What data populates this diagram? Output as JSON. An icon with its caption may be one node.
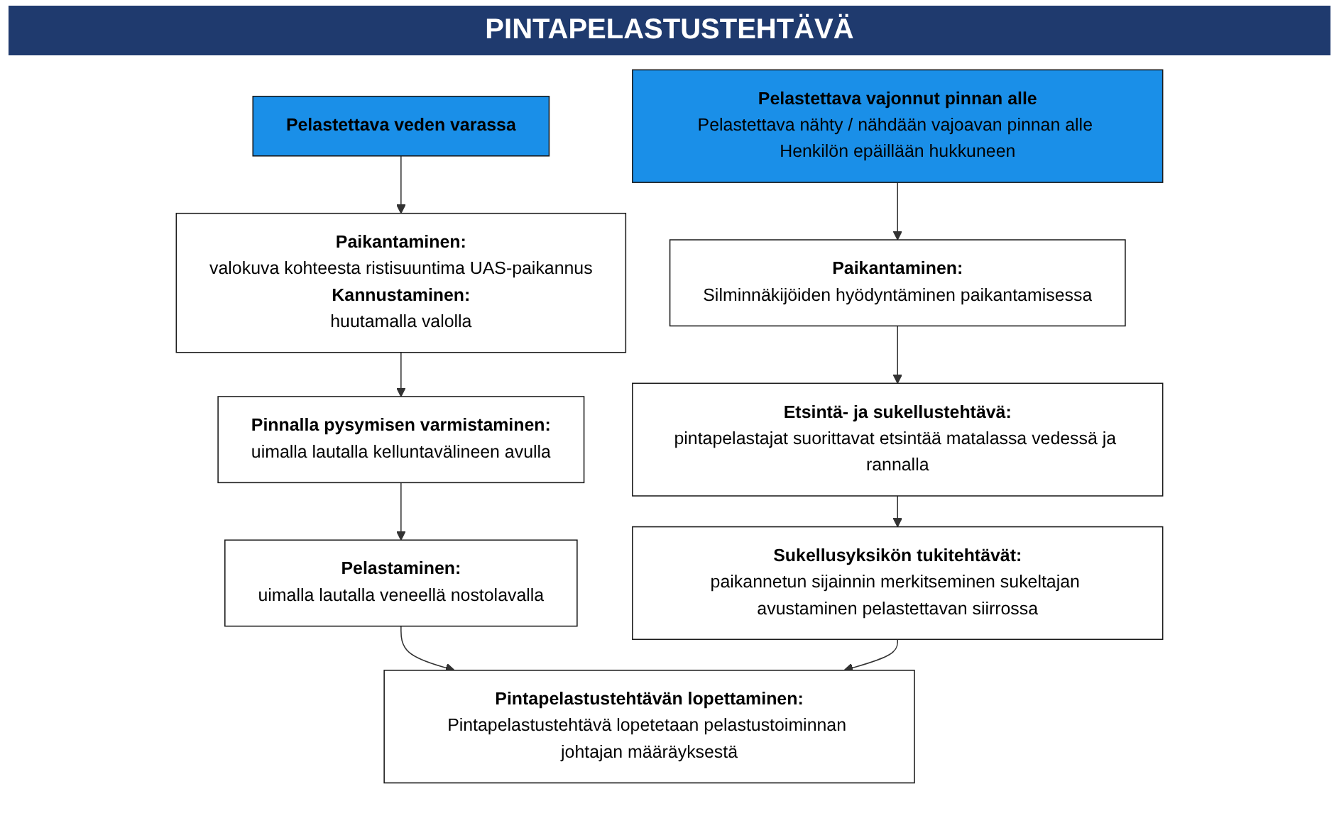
{
  "diagram": {
    "title": "PINTAPELASTUSTEHTÄVÄ",
    "nodes": [
      {
        "text": [
          "Pelastettava veden varassa"
        ]
      },
      {
        "text": [
          "Paikantaminen:",
          "valokuva kohteesta ristisuuntima UAS-paikannus",
          "Kannustaminen:",
          "huutamalla valolla"
        ]
      },
      {
        "text": [
          "Pinnalla pysymisen varmistaminen:",
          "uimalla lautalla kelluntavälineen avulla"
        ]
      },
      {
        "text": [
          "Pelastaminen:",
          "uimalla lautalla veneellä nostolavalla"
        ]
      },
      {
        "text": [
          "Pelastettava vajonnut pinnan alle",
          "Pelastettava nähty / nähdään vajoavan pinnan alle Henkilön epäillään hukkuneen"
        ]
      },
      {
        "text": [
          "Paikantaminen:",
          "Silminnäkijöiden hyödyntäminen paikantamisessa"
        ]
      },
      {
        "text": [
          "Etsintä- ja sukellustehtävä:",
          "pintapelastajat suorittavat etsintää matalassa vedessä ja rannalla"
        ]
      },
      {
        "text": [
          "Sukellusyksikön tukitehtävät:",
          "paikannetun sijainnin merkitseminen sukeltajan avustaminen pelastettavan siirrossa"
        ]
      },
      {
        "text": [
          "Pintapelastustehtävän lopettaminen:",
          "Pintapelastustehtävä lopetetaan pelastustoiminnan johtajan määräyksestä"
        ]
      }
    ],
    "edges": [
      {
        "from": 0,
        "to": 1,
        "arrow": "to"
      },
      {
        "from": 1,
        "to": 2,
        "arrow": "to"
      },
      {
        "from": 2,
        "to": 3,
        "arrow": "to"
      },
      {
        "from": 3,
        "to": 8,
        "arrow": "to"
      },
      {
        "from": 4,
        "to": 5,
        "arrow": "to"
      },
      {
        "from": 5,
        "to": 6,
        "arrow": "to"
      },
      {
        "from": 6,
        "to": 7,
        "arrow": "to"
      },
      {
        "from": 7,
        "to": 8,
        "arrow": "to"
      }
    ]
  }
}
